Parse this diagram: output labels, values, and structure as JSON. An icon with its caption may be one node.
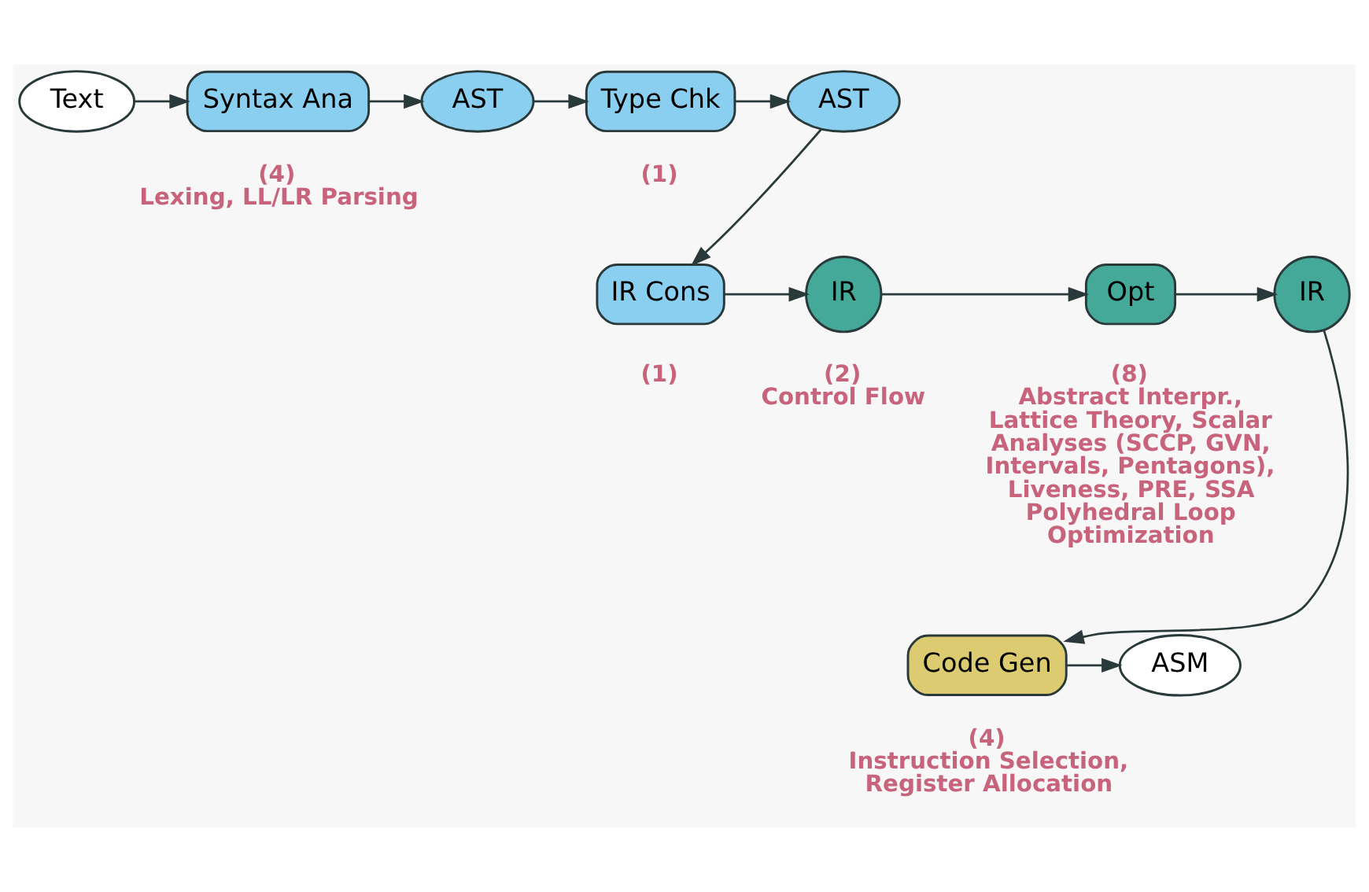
{
  "diagram": {
    "nodes": [
      {
        "text": [
          "Text"
        ]
      },
      {
        "text": [
          "Syntax Ana"
        ],
        "beside": [
          "(4)",
          "Lexing, LL/LR Parsing"
        ]
      },
      {
        "text": [
          "AST"
        ]
      },
      {
        "text": [
          "Type Chk"
        ],
        "beside": [
          "(1)"
        ]
      },
      {
        "text": [
          "AST"
        ]
      },
      {
        "text": [
          "IR Cons"
        ],
        "beside": [
          "(1)"
        ]
      },
      {
        "text": [
          "IR"
        ],
        "beside": [
          "(2)",
          "Control Flow"
        ]
      },
      {
        "text": [
          "Opt"
        ],
        "beside": [
          "(8)",
          "Abstract Interpr., Lattice Theory, Scalar Analyses (SCCP, GVN, Intervals, Pentagons), Liveness, PRE, SSA Polyhedral Loop Optimization"
        ]
      },
      {
        "text": [
          "IR"
        ]
      },
      {
        "text": [
          "Code Gen"
        ],
        "beside": [
          "(4)",
          "Instruction Selection, Register Allocation"
        ]
      },
      {
        "text": [
          "ASM"
        ]
      }
    ],
    "edges": [
      {
        "from": 0,
        "to": 1,
        "arrow": "to"
      },
      {
        "from": 1,
        "to": 2,
        "arrow": "to"
      },
      {
        "from": 2,
        "to": 3,
        "arrow": "to"
      },
      {
        "from": 3,
        "to": 4,
        "arrow": "to"
      },
      {
        "from": 4,
        "to": 5,
        "arrow": "to"
      },
      {
        "from": 5,
        "to": 6,
        "arrow": "to"
      },
      {
        "from": 6,
        "to": 7,
        "arrow": "to"
      },
      {
        "from": 7,
        "to": 8,
        "arrow": "to"
      },
      {
        "from": 8,
        "to": 9,
        "arrow": "to"
      },
      {
        "from": 9,
        "to": 10,
        "arrow": "to"
      }
    ]
  }
}
